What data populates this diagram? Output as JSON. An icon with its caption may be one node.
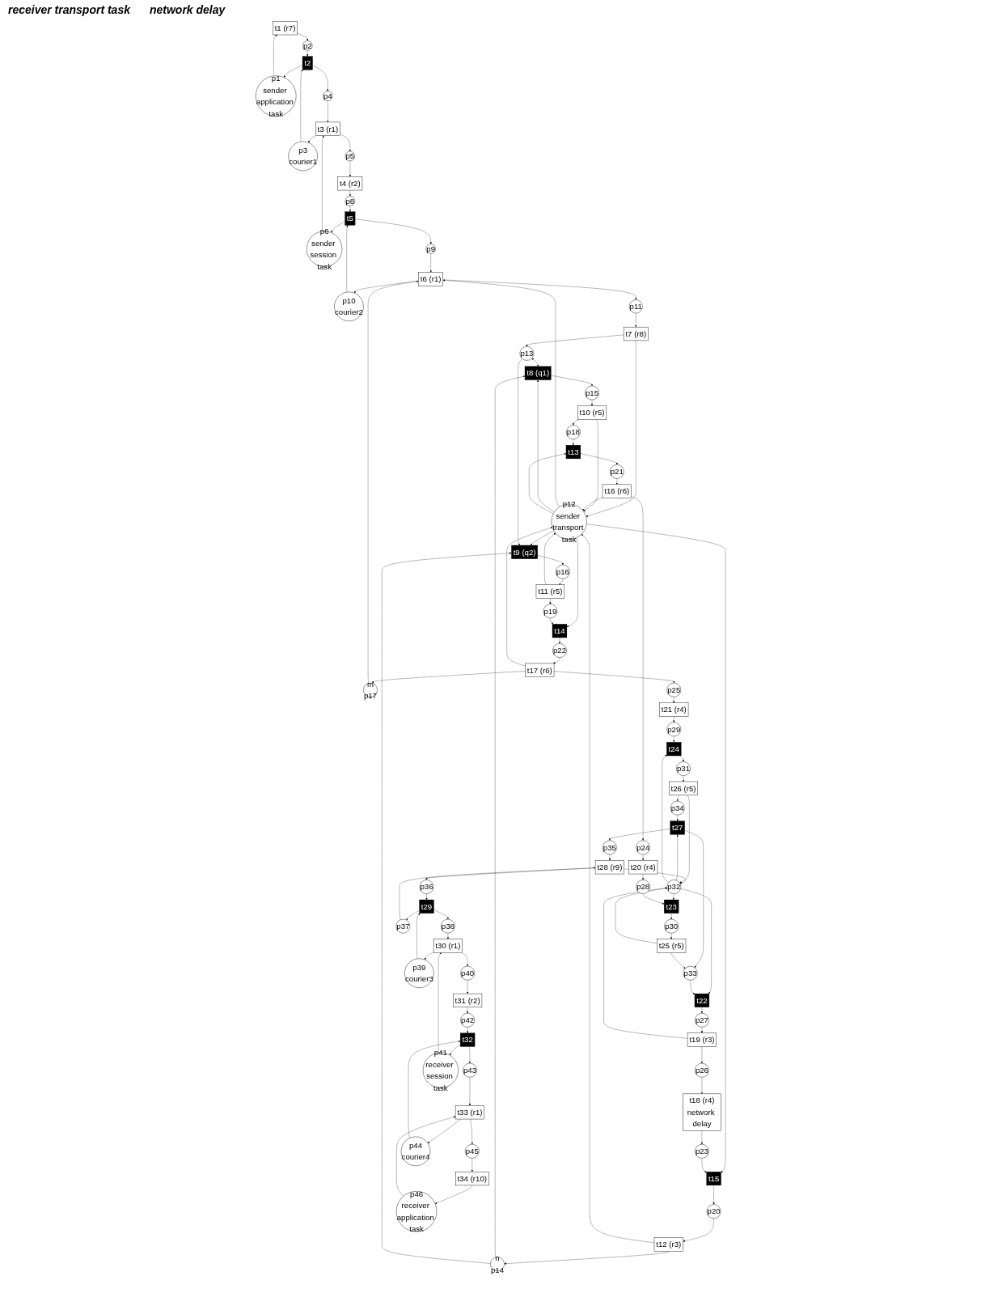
{
  "diagram": {
    "nodes": [
      {
        "text": [
          "t1 (r7)"
        ]
      },
      {
        "text": [
          "p1",
          "sender application task"
        ]
      },
      {
        "text": [
          "p2"
        ]
      },
      {
        "text": [
          "t2"
        ]
      },
      {
        "text": [
          "p3",
          "courier1"
        ]
      },
      {
        "text": [
          "p4"
        ]
      },
      {
        "text": [
          "t3 (r1)"
        ]
      },
      {
        "text": [
          "p5"
        ]
      },
      {
        "text": [
          "p6",
          "sender session task"
        ]
      },
      {
        "text": [
          "t4 (r2)"
        ]
      },
      {
        "text": [
          "p8"
        ]
      },
      {
        "text": [
          "t5"
        ]
      },
      {
        "text": [
          "p10",
          "courier2"
        ]
      },
      {
        "text": [
          "p9"
        ]
      },
      {
        "text": [
          "t6 (r1)"
        ]
      },
      {
        "text": [
          "p11"
        ]
      },
      {
        "text": [
          "t7 (r8)"
        ]
      },
      {
        "text": [
          "p12",
          "sender transport task"
        ]
      },
      {
        "text": [
          "p13"
        ]
      },
      {
        "text": [
          "t8 (q1)"
        ]
      },
      {
        "text": [
          "t9 (q2)"
        ]
      },
      {
        "text": [
          "n",
          "p14"
        ]
      },
      {
        "text": [
          "p15"
        ]
      },
      {
        "text": [
          "p16"
        ]
      },
      {
        "text": [
          "t12 (r3)"
        ]
      },
      {
        "text": [
          "t10 (r5)"
        ]
      },
      {
        "text": [
          "t11 (r5)"
        ]
      },
      {
        "text": [
          "m",
          "p17"
        ]
      },
      {
        "text": [
          "p20"
        ]
      },
      {
        "text": [
          "p18"
        ]
      },
      {
        "text": [
          "p19"
        ]
      },
      {
        "text": [
          "t13"
        ]
      },
      {
        "text": [
          "t14"
        ]
      },
      {
        "text": [
          "t15"
        ]
      },
      {
        "text": [
          "p21"
        ]
      },
      {
        "text": [
          "p22"
        ]
      },
      {
        "text": [
          "p23"
        ]
      },
      {
        "text": [
          "t16 (r6)"
        ]
      },
      {
        "text": [
          "t17 (r6)"
        ]
      },
      {
        "text": [
          "t18 (r4)",
          "network delay"
        ]
      },
      {
        "text": [
          "p24"
        ]
      },
      {
        "text": [
          "p25"
        ]
      },
      {
        "text": [
          "p26"
        ]
      },
      {
        "text": [
          "t34 (r10)"
        ]
      },
      {
        "text": [
          "p45"
        ]
      },
      {
        "text": [
          "p46",
          "receiver application task"
        ]
      },
      {
        "text": [
          "t33 (r1)"
        ]
      },
      {
        "text": [
          "p43"
        ]
      },
      {
        "text": [
          "p44",
          "courier4"
        ]
      },
      {
        "text": [
          "t32"
        ]
      },
      {
        "text": [
          "p42"
        ]
      },
      {
        "text": [
          "p41",
          "receiver session task"
        ]
      },
      {
        "text": [
          "t31 (r2)"
        ]
      },
      {
        "text": [
          "p40"
        ]
      },
      {
        "text": [
          "t30 (r1)"
        ]
      },
      {
        "text": [
          "p38"
        ]
      },
      {
        "text": [
          "p39",
          "courier3"
        ]
      },
      {
        "text": [
          "t29"
        ]
      },
      {
        "text": [
          "p36"
        ]
      },
      {
        "text": [
          "p37"
        ]
      },
      {
        "text": [
          "t28 (r9)"
        ]
      },
      {
        "text": [
          "p35"
        ]
      },
      {
        "text": [
          "t27"
        ]
      },
      {
        "text": [
          "p33"
        ]
      },
      {
        "text": [
          "p34"
        ]
      },
      {
        "text": [
          "p32"
        ]
      },
      {
        "text": [
          "t25 (r5)"
        ]
      },
      {
        "text": [
          "t26 (r5)"
        ]
      },
      {
        "text": [
          "p30"
        ]
      },
      {
        "text": [
          "p31"
        ]
      },
      {
        "text": [
          "t22"
        ]
      },
      {
        "text": [
          "t23"
        ]
      },
      {
        "text": [
          "t24"
        ]
      },
      {
        "text": [
          "p27"
        ]
      },
      {
        "text": [
          "p28"
        ]
      },
      {
        "text": [
          "p29"
        ]
      },
      {
        "text": [
          "t19 (r3)"
        ]
      },
      {
        "text": [
          "t20 (r4)"
        ]
      },
      {
        "text": [
          "t21 (r4)"
        ]
      }
    ],
    "edges": [
      {
        "from": 1,
        "to": 0,
        "arrow": "to"
      },
      {
        "from": 0,
        "to": 2,
        "arrow": "to"
      },
      {
        "from": 2,
        "to": 3,
        "arrow": "to"
      },
      {
        "from": 3,
        "to": 1,
        "arrow": "to"
      },
      {
        "from": 4,
        "to": 3,
        "arrow": "to"
      },
      {
        "from": 3,
        "to": 5,
        "arrow": "to"
      },
      {
        "from": 5,
        "to": 6,
        "arrow": "to"
      },
      {
        "from": 6,
        "to": 4,
        "arrow": "to"
      },
      {
        "from": 8,
        "to": 6,
        "arrow": "to"
      },
      {
        "from": 6,
        "to": 7,
        "arrow": "to"
      },
      {
        "from": 7,
        "to": 9,
        "arrow": "to"
      },
      {
        "from": 9,
        "to": 10,
        "arrow": "to"
      },
      {
        "from": 10,
        "to": 11,
        "arrow": "to"
      },
      {
        "from": 11,
        "to": 8,
        "arrow": "to"
      },
      {
        "from": 12,
        "to": 11,
        "arrow": "to"
      },
      {
        "from": 11,
        "to": 13,
        "arrow": "to"
      },
      {
        "from": 13,
        "to": 14,
        "arrow": "to"
      },
      {
        "from": 14,
        "to": 12,
        "arrow": "to"
      },
      {
        "from": 17,
        "to": 14,
        "arrow": "to"
      },
      {
        "from": 27,
        "to": 14,
        "arrow": "to"
      },
      {
        "from": 14,
        "to": 15,
        "arrow": "to"
      },
      {
        "from": 15,
        "to": 16,
        "arrow": "to"
      },
      {
        "from": 16,
        "to": 18,
        "arrow": "to"
      },
      {
        "from": 16,
        "to": 17,
        "arrow": "to"
      },
      {
        "from": 17,
        "to": 19,
        "arrow": "to"
      },
      {
        "from": 17,
        "to": 20,
        "arrow": "to"
      },
      {
        "from": 18,
        "to": 19,
        "arrow": "both"
      },
      {
        "from": 18,
        "to": 20,
        "arrow": "to"
      },
      {
        "from": 21,
        "to": 19,
        "arrow": "to"
      },
      {
        "from": 21,
        "to": 20,
        "arrow": "to"
      },
      {
        "from": 19,
        "to": 22,
        "arrow": "to"
      },
      {
        "from": 20,
        "to": 23,
        "arrow": "to"
      },
      {
        "from": 22,
        "to": 25,
        "arrow": "to"
      },
      {
        "from": 23,
        "to": 26,
        "arrow": "to"
      },
      {
        "from": 25,
        "to": 29,
        "arrow": "to"
      },
      {
        "from": 26,
        "to": 30,
        "arrow": "to"
      },
      {
        "from": 25,
        "to": 17,
        "arrow": "to"
      },
      {
        "from": 26,
        "to": 17,
        "arrow": "to"
      },
      {
        "from": 28,
        "to": 24,
        "arrow": "to"
      },
      {
        "from": 24,
        "to": 17,
        "arrow": "to"
      },
      {
        "from": 24,
        "to": 21,
        "arrow": "to"
      },
      {
        "from": 17,
        "to": 31,
        "arrow": "to"
      },
      {
        "from": 17,
        "to": 32,
        "arrow": "to"
      },
      {
        "from": 29,
        "to": 31,
        "arrow": "to"
      },
      {
        "from": 30,
        "to": 32,
        "arrow": "to"
      },
      {
        "from": 31,
        "to": 34,
        "arrow": "to"
      },
      {
        "from": 32,
        "to": 35,
        "arrow": "to"
      },
      {
        "from": 17,
        "to": 33,
        "arrow": "to"
      },
      {
        "from": 33,
        "to": 28,
        "arrow": "to"
      },
      {
        "from": 36,
        "to": 33,
        "arrow": "to"
      },
      {
        "from": 34,
        "to": 37,
        "arrow": "to"
      },
      {
        "from": 35,
        "to": 38,
        "arrow": "to"
      },
      {
        "from": 37,
        "to": 17,
        "arrow": "to"
      },
      {
        "from": 38,
        "to": 17,
        "arrow": "to"
      },
      {
        "from": 38,
        "to": 27,
        "arrow": "to"
      },
      {
        "from": 37,
        "to": 40,
        "arrow": "to"
      },
      {
        "from": 38,
        "to": 41,
        "arrow": "to"
      },
      {
        "from": 39,
        "to": 36,
        "arrow": "to"
      },
      {
        "from": 42,
        "to": 39,
        "arrow": "to"
      },
      {
        "from": 76,
        "to": 42,
        "arrow": "to"
      },
      {
        "from": 40,
        "to": 77,
        "arrow": "to"
      },
      {
        "from": 41,
        "to": 78,
        "arrow": "to"
      },
      {
        "from": 44,
        "to": 43,
        "arrow": "to"
      },
      {
        "from": 43,
        "to": 45,
        "arrow": "to"
      },
      {
        "from": 45,
        "to": 46,
        "arrow": "to"
      },
      {
        "from": 46,
        "to": 44,
        "arrow": "to"
      },
      {
        "from": 47,
        "to": 46,
        "arrow": "to"
      },
      {
        "from": 46,
        "to": 48,
        "arrow": "to"
      },
      {
        "from": 48,
        "to": 49,
        "arrow": "to"
      },
      {
        "from": 49,
        "to": 47,
        "arrow": "to"
      },
      {
        "from": 49,
        "to": 51,
        "arrow": "to"
      },
      {
        "from": 50,
        "to": 49,
        "arrow": "to"
      },
      {
        "from": 52,
        "to": 50,
        "arrow": "to"
      },
      {
        "from": 53,
        "to": 52,
        "arrow": "to"
      },
      {
        "from": 51,
        "to": 54,
        "arrow": "to"
      },
      {
        "from": 54,
        "to": 53,
        "arrow": "to"
      },
      {
        "from": 54,
        "to": 56,
        "arrow": "to"
      },
      {
        "from": 55,
        "to": 54,
        "arrow": "to"
      },
      {
        "from": 57,
        "to": 55,
        "arrow": "to"
      },
      {
        "from": 56,
        "to": 57,
        "arrow": "to"
      },
      {
        "from": 57,
        "to": 59,
        "arrow": "to"
      },
      {
        "from": 58,
        "to": 57,
        "arrow": "to"
      },
      {
        "from": 60,
        "to": 58,
        "arrow": "to"
      },
      {
        "from": 59,
        "to": 60,
        "arrow": "to"
      },
      {
        "from": 61,
        "to": 60,
        "arrow": "to"
      },
      {
        "from": 60,
        "to": 65,
        "arrow": "to"
      },
      {
        "from": 62,
        "to": 61,
        "arrow": "to"
      },
      {
        "from": 64,
        "to": 62,
        "arrow": "to"
      },
      {
        "from": 62,
        "to": 63,
        "arrow": "to"
      },
      {
        "from": 65,
        "to": 62,
        "arrow": "to"
      },
      {
        "from": 66,
        "to": 63,
        "arrow": "to"
      },
      {
        "from": 67,
        "to": 64,
        "arrow": "to"
      },
      {
        "from": 66,
        "to": 65,
        "arrow": "to"
      },
      {
        "from": 67,
        "to": 65,
        "arrow": "to"
      },
      {
        "from": 68,
        "to": 66,
        "arrow": "to"
      },
      {
        "from": 69,
        "to": 67,
        "arrow": "to"
      },
      {
        "from": 71,
        "to": 68,
        "arrow": "to"
      },
      {
        "from": 72,
        "to": 69,
        "arrow": "to"
      },
      {
        "from": 65,
        "to": 70,
        "arrow": "to"
      },
      {
        "from": 63,
        "to": 70,
        "arrow": "to"
      },
      {
        "from": 65,
        "to": 71,
        "arrow": "to"
      },
      {
        "from": 65,
        "to": 72,
        "arrow": "to"
      },
      {
        "from": 70,
        "to": 73,
        "arrow": "to"
      },
      {
        "from": 74,
        "to": 71,
        "arrow": "to"
      },
      {
        "from": 75,
        "to": 72,
        "arrow": "to"
      },
      {
        "from": 73,
        "to": 76,
        "arrow": "to"
      },
      {
        "from": 76,
        "to": 65,
        "arrow": "to"
      },
      {
        "from": 77,
        "to": 74,
        "arrow": "to"
      },
      {
        "from": 78,
        "to": 75,
        "arrow": "to"
      }
    ],
    "labels": [
      "receiver transport task",
      "network delay"
    ]
  }
}
